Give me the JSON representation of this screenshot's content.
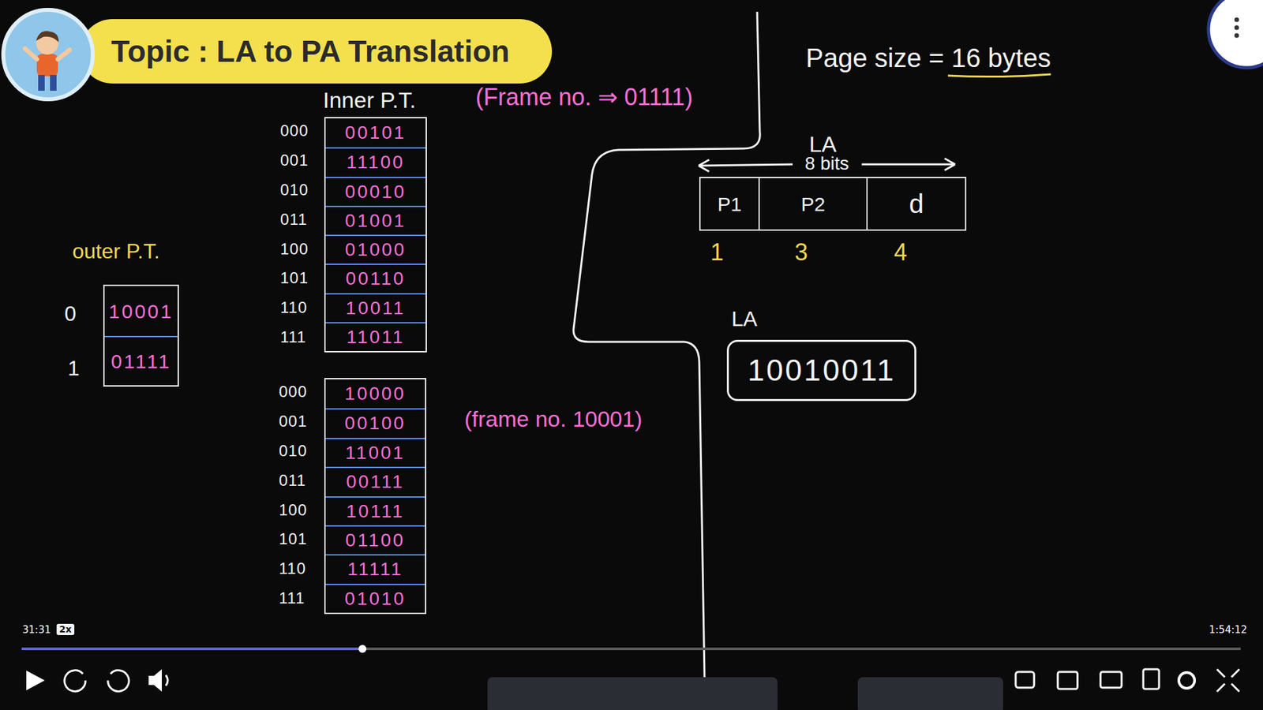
{
  "diagram": {
    "title": "Topic : LA to PA Translation",
    "nodes": [
      {
        "text": [
          "outer P.T."
        ]
      },
      {
        "text": [
          "10001"
        ],
        "in": 0
      },
      {
        "text": [
          "01111"
        ],
        "in": 0
      },
      {
        "text": [
          "Inner P.T.",
          "(Frame no. ⇒ 01111)"
        ]
      },
      {
        "text": [
          "00101"
        ],
        "in": 3
      },
      {
        "text": [
          "11100"
        ],
        "in": 3
      },
      {
        "text": [
          "00010"
        ],
        "in": 3
      },
      {
        "text": [
          "01001"
        ],
        "in": 3
      },
      {
        "text": [
          "01000"
        ],
        "in": 3
      },
      {
        "text": [
          "00110"
        ],
        "in": 3
      },
      {
        "text": [
          "10011"
        ],
        "in": 3
      },
      {
        "text": [
          "11011"
        ],
        "in": 3
      },
      {
        "text": [
          "(frame no. 10001)"
        ]
      },
      {
        "text": [
          "10000"
        ],
        "in": 12
      },
      {
        "text": [
          "00100"
        ],
        "in": 12
      },
      {
        "text": [
          "11001"
        ],
        "in": 12
      },
      {
        "text": [
          "00111"
        ],
        "in": 12
      },
      {
        "text": [
          "10111"
        ],
        "in": 12
      },
      {
        "text": [
          "01100"
        ],
        "in": 12
      },
      {
        "text": [
          "11111"
        ],
        "in": 12
      },
      {
        "text": [
          "01010"
        ],
        "in": 12
      },
      {
        "text": [
          "LA"
        ]
      },
      {
        "text": [
          "P1"
        ],
        "in": 21
      },
      {
        "text": [
          "P2"
        ],
        "in": 21
      },
      {
        "text": [
          "d"
        ],
        "in": 21
      },
      {
        "text": [
          "LA",
          "10010011"
        ]
      }
    ],
    "labels": [
      "0",
      "1",
      "000",
      "001",
      "010",
      "011",
      "100",
      "101",
      "110",
      "111",
      "000",
      "001",
      "010",
      "011",
      "100",
      "101",
      "110",
      "111",
      "Page size = 16 bytes",
      "8 bits",
      "1",
      "3",
      "4",
      "31:31",
      "2x",
      "1:54:12"
    ]
  }
}
